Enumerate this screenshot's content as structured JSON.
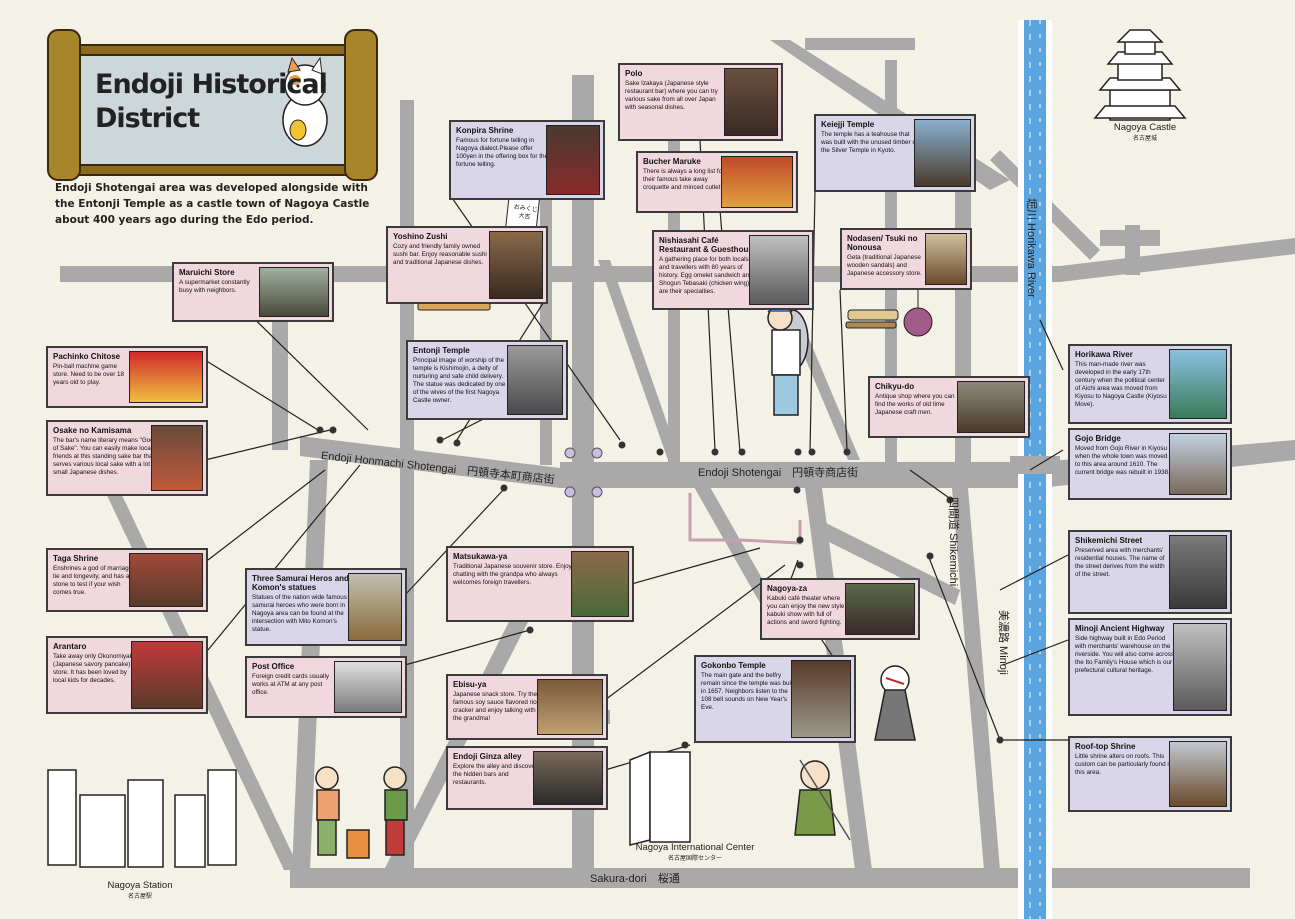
{
  "title": {
    "line1": "Endoji Historical",
    "line2": "District"
  },
  "intro": "Endoji Shotengai area was developed alongside with the Entonji Temple as a castle town of Nagoya Castle about 400 years ago during the Edo period.",
  "streets": {
    "honmachi": "Endoji Honmachi Shotengai　円頓寺本町商店街",
    "shotengai": "Endoji Shotengai　円頓寺商店街",
    "shikemichi": "四間道 Shikemichi",
    "minoji": "美濃路 Minoji",
    "horikawa": "堀川 Horikawa River",
    "sakuradori": "Sakura-dori　桜通"
  },
  "landmarks": {
    "castle": {
      "name": "Nagoya Castle",
      "jp": "名古屋城"
    },
    "station": {
      "name": "Nagoya Station",
      "jp": "名古屋駅"
    },
    "intl": {
      "name": "Nagoya International Center",
      "jp": "名古屋国際センター"
    }
  },
  "fortune_slip": "おみくじ 大吉",
  "colors": {
    "road": "#a9a9a9",
    "bg": "#f4f1e6",
    "river": "#5aa5e0",
    "pink": "#f1d8de",
    "lavender": "#d9d6e9"
  },
  "cards": {
    "polo": {
      "title": "Polo",
      "desc": "Sake Izakaya (Japanese style restaurant bar) where you can try various sake from all over Japan with seasonal dishes."
    },
    "konpira": {
      "title": "Konpira Shrine",
      "desc": "Famous for fortune telling in Nagoya dialect.Please offer 100yen in the offering box for the fortune telling."
    },
    "bucher": {
      "title": "Bucher Maruke",
      "desc": "There is always a long list for their famous take away croquette and minced cutlet."
    },
    "keiejji": {
      "title": "Keiejji Temple",
      "desc": "The temple has a teahouse that was built with the unused timber of the Silver Temple in Kyoto."
    },
    "yoshino": {
      "title": "Yoshino Zushi",
      "desc": "Cozy and friendly family owned sushi bar. Enjoy reasonable sushi and traditional Japanese dishes."
    },
    "nishiasahi": {
      "title": "Nishiasahi Café Restaurant & Guesthouse",
      "desc": "A gathering place for both locals and travellers with 80 years of history. Egg omelet sandwich and Shogun Tebasaki (chicken wing) are their specialties."
    },
    "nodasen": {
      "title": "Nodasen/ Tsuki no Nonousa",
      "desc": "Geta (traditional Japanese wooden sandals) and Japanese accessory store."
    },
    "maruichi": {
      "title": "Maruichi Store",
      "desc": "A supermarket constantly busy with neighbors."
    },
    "pachinko": {
      "title": "Pachinko Chitose",
      "desc": "Pin-ball machine game store. Need to be over 18 years old to play."
    },
    "entonji": {
      "title": "Entonji Temple",
      "desc": "Principal image of worship of the temple is Kishimojin, a deity of nurturing and safe child delivery. The statue was dedicated by one of the wives of the first Nagoya Castle owner."
    },
    "chikyudo": {
      "title": "Chikyu-do",
      "desc": "Antique shop where you can find the works of old time Japanese craft men."
    },
    "horikawa": {
      "title": "Horikawa River",
      "desc": "This man-made river was developed in the early 17th century when the political center of Aichi area was moved from Kiyosu to Nagoya Castle (Kiyosu Move)."
    },
    "osake": {
      "title": "Osake no Kamisama",
      "desc": "The bar's name literary means \"God of Sake\". You can easily make local friends at this standing sake bar that serves various local sake with a lot of small Japanese dishes."
    },
    "gojo": {
      "title": "Gojo Bridge",
      "desc": "Moved from Gojo River in Kiyosu when the whole town was moved to this area around 1610. The current bridge was rebuilt in 1938."
    },
    "taga": {
      "title": "Taga Shrine",
      "desc": "Enshrines a god of marriage tie and longevity, and has a stone to test if your wish comes true."
    },
    "samurai": {
      "title": "Three Samurai Heros and Komon's statues",
      "desc": "Statues of the nation wide famous samurai heroes who were born in Nagoya area can be found at the intersection with Mito Komon's statue."
    },
    "matsukawa": {
      "title": "Matsukawa-ya",
      "desc": "Traditional Japanese souvenir store. Enjoy chatting with the grandpa who always welcomes foreign travellers."
    },
    "nagoyaza": {
      "title": "Nagoya-za",
      "desc": "Kabuki café theater where you can enjoy the new style kabuki show with full of actions and sword fighting."
    },
    "shikemichi": {
      "title": "Shikemichi Street",
      "desc": "Preserved area with merchants' residential houses. The name of the street derives from the width of the street."
    },
    "arantaro": {
      "title": "Arantaro",
      "desc": "Take away only Okonomiyaki (Japanese savory pancake) store. It has been loved by local kids for decades."
    },
    "postoffice": {
      "title": "Post Office",
      "desc": "Foreign credit cards usually works at ATM at any post office."
    },
    "minoji": {
      "title": "Minoji Ancient Highway",
      "desc": "Side highway built in Edo Period with merchants' warehouse on the riverside. You will also come across the Ito Family's House which is our prefectural cultural heritage."
    },
    "ebisuya": {
      "title": "Ebisu-ya",
      "desc": "Japanese snack store. Try their famous soy sauce flavored rice cracker and enjoy talking with the grandma!"
    },
    "gokonbo": {
      "title": "Gokonbo Temple",
      "desc": "The main gate and the belfry remain since the temple was built in 1657. Neighbors listen to the 108 bell sounds on New Year's Eve."
    },
    "ginza": {
      "title": "Endoji Ginza alley",
      "desc": "Explore the alley and discover the hidden bars and restaurants."
    },
    "rooftop": {
      "title": "Roof-top Shrine",
      "desc": "Little shrine alters on roofs. This custom can be particularly found in this area."
    }
  }
}
